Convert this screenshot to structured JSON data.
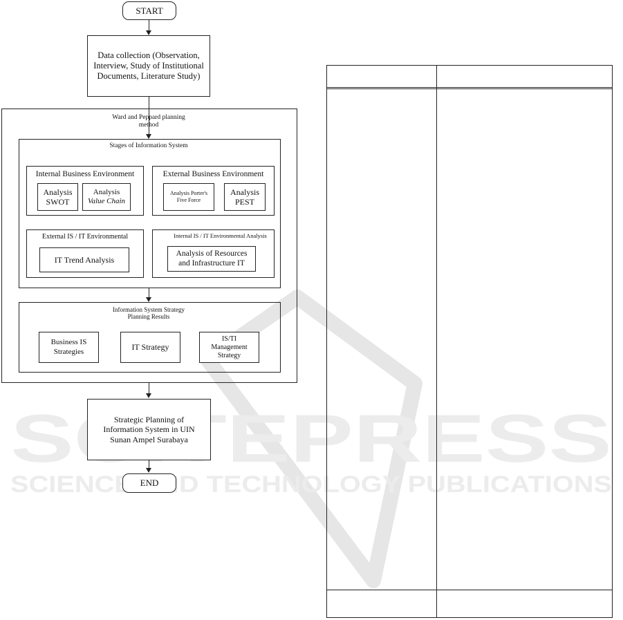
{
  "flowchart": {
    "start": "START",
    "data_collection": "Data collection (Observation, Interview, Study of Institutional Documents, Literature Study)",
    "ward_peppard": "Ward and Peppard planning method",
    "stages": "Stages of Information System",
    "internal_business": "Internal Business Environment",
    "analysis_swot": "Analysis SWOT",
    "analysis_value_chain_label": "Analysis",
    "analysis_value_chain_term": "Value Chain",
    "external_business": "External Business Environment",
    "analysis_porter": "Analysis Porter's Five Force",
    "analysis_pest": "Analysis PEST",
    "external_is_it": "External IS / IT Environmental",
    "it_trend": "IT Trend Analysis",
    "internal_is_it": "Internal IS / IT Environmental Analysis",
    "resources_infra": "Analysis of Resources and Infrastructure IT",
    "is_strategy_results": "Information System Strategy Planning Results",
    "business_is": "Business IS Strategies",
    "it_strategy": "IT Strategy",
    "is_ti_mgmt": "IS/TI Management Strategy",
    "strategic_planning": "Strategic Planning of Information System in UIN Sunan Ampel Surabaya",
    "end": "END"
  },
  "watermark": {
    "main": "SCITEPRESS",
    "sub": "SCIENCE AND TECHNOLOGY PUBLICATIONS"
  }
}
